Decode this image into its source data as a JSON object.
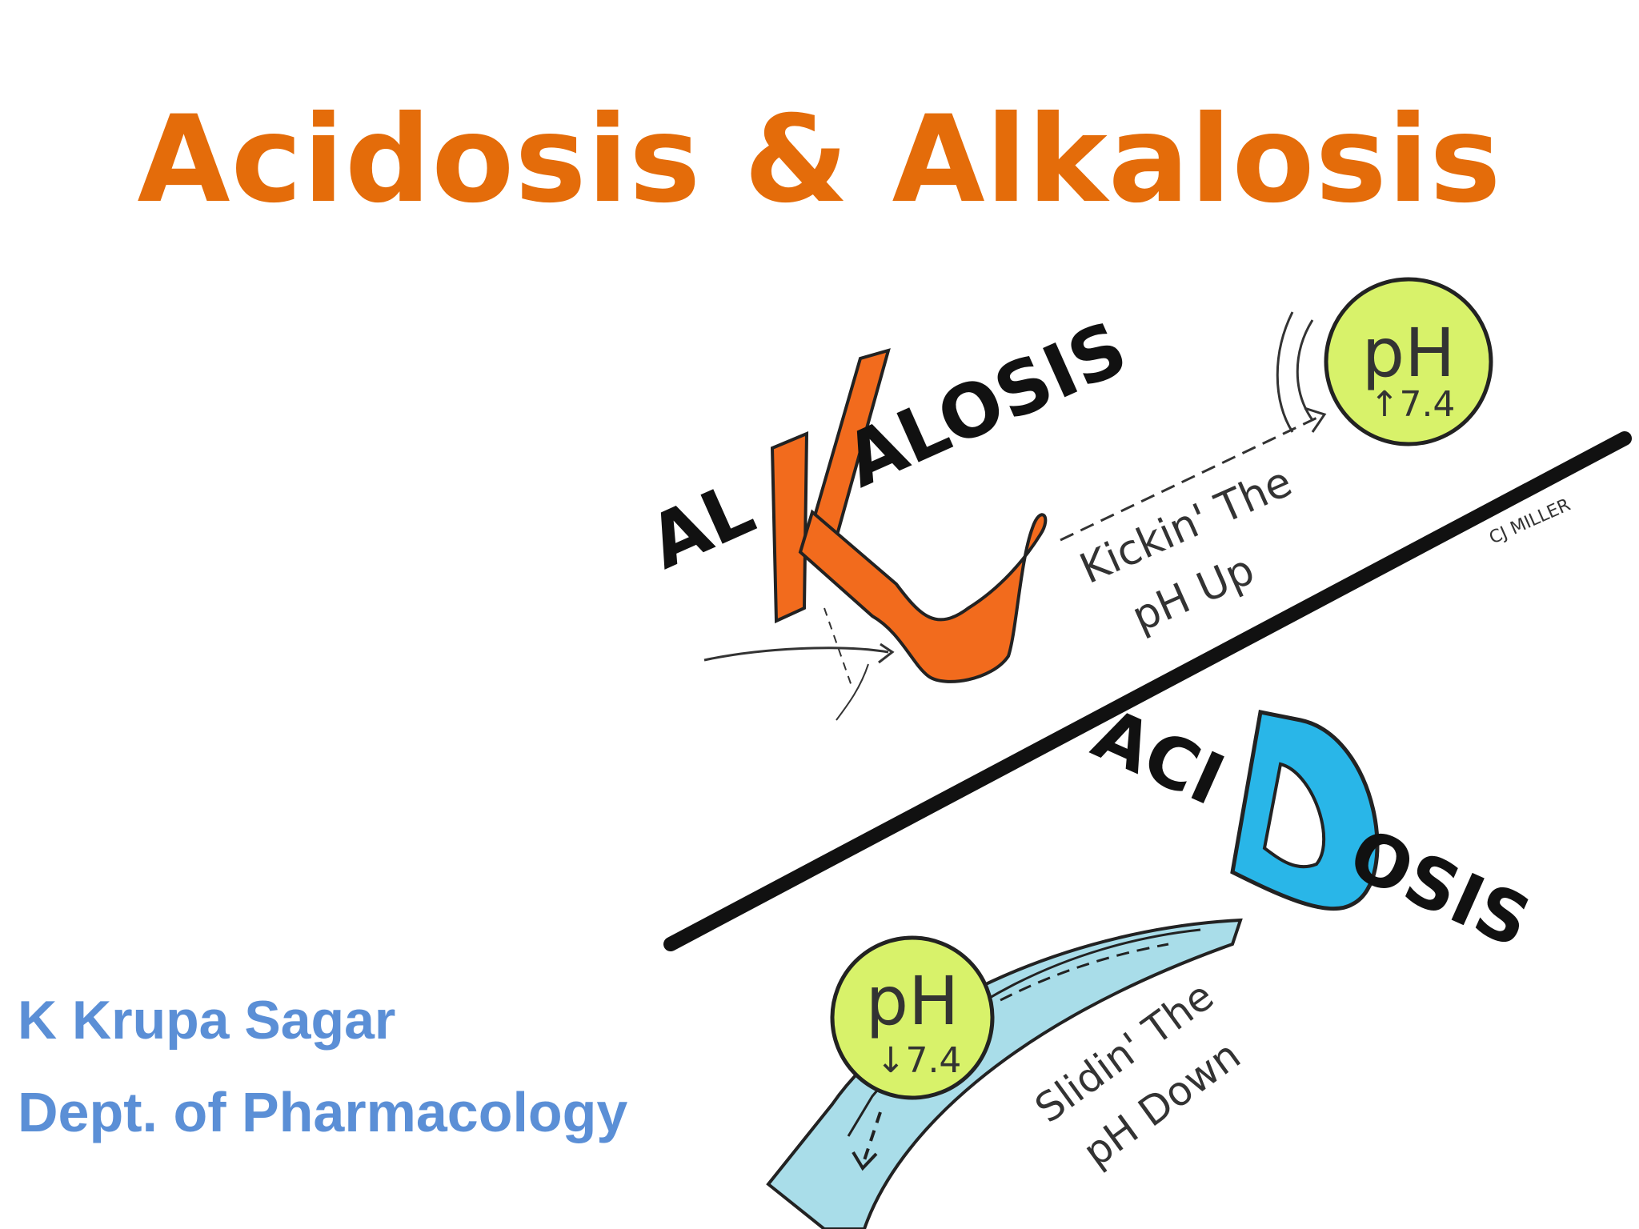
{
  "slide": {
    "title": "Acidosis & Alkalosis",
    "author_name": "K Krupa Sagar",
    "author_dept": "Dept. of Pharmacology"
  },
  "illustration": {
    "alkalosis": {
      "word_prefix": "AL",
      "word_letter": "K",
      "word_suffix": "ALOSIS",
      "caption_line1": "Kickin' The",
      "caption_line2": "pH Up",
      "ph_label": "pH",
      "ph_value": "↑7.4"
    },
    "acidosis": {
      "word_prefix": "ACI",
      "word_letter": "D",
      "word_suffix": "OSIS",
      "caption_line1": "Slidin' The",
      "caption_line2": "pH Down",
      "ph_label": "pH",
      "ph_value": "↓7.4"
    },
    "signature": "CJ MILLER",
    "colors": {
      "alkalosis_orange": "#f26b1d",
      "acidosis_blue": "#29b6e8",
      "ph_circle_green": "#d8f26a",
      "slide_blue": "#a9dde9",
      "title_orange": "#e46c0a",
      "author_blue": "#5b8fd6"
    },
    "icons": [
      "foot-icon",
      "slide-ramp-icon",
      "arrow-icon"
    ]
  }
}
